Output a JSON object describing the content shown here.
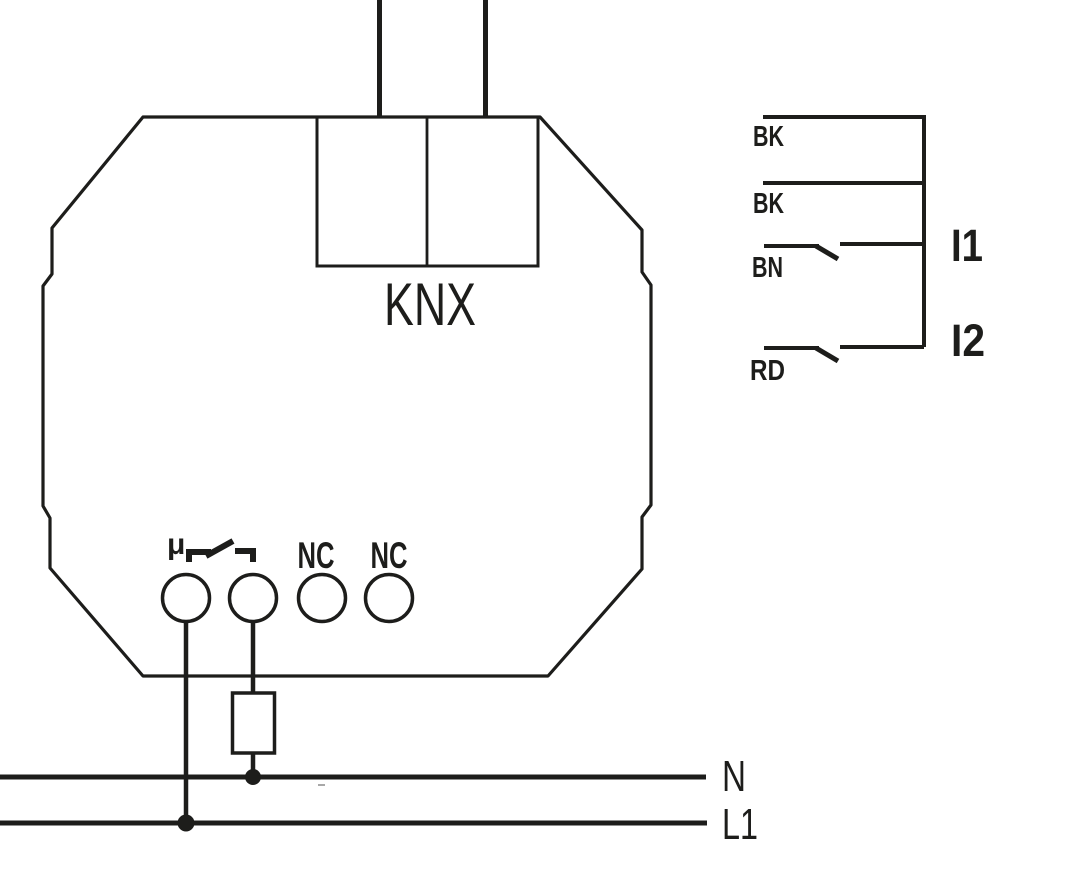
{
  "diagram": {
    "background_color": "#ffffff",
    "line_color": "#1d1d1b",
    "device": {
      "bus_label": "KNX",
      "relay_symbol": "μ",
      "terminals": [
        {
          "label": ""
        },
        {
          "label": ""
        },
        {
          "label": "NC"
        },
        {
          "label": "NC"
        }
      ]
    },
    "input_wires": [
      {
        "label": "BK",
        "has_switch": false
      },
      {
        "label": "BK",
        "has_switch": false
      },
      {
        "label": "BN",
        "has_switch": true
      },
      {
        "label": "RD",
        "has_switch": true
      }
    ],
    "input_channels": [
      {
        "label": "I1"
      },
      {
        "label": "I2"
      }
    ],
    "mains_lines": [
      {
        "label": "N"
      },
      {
        "label": "L1"
      }
    ]
  }
}
